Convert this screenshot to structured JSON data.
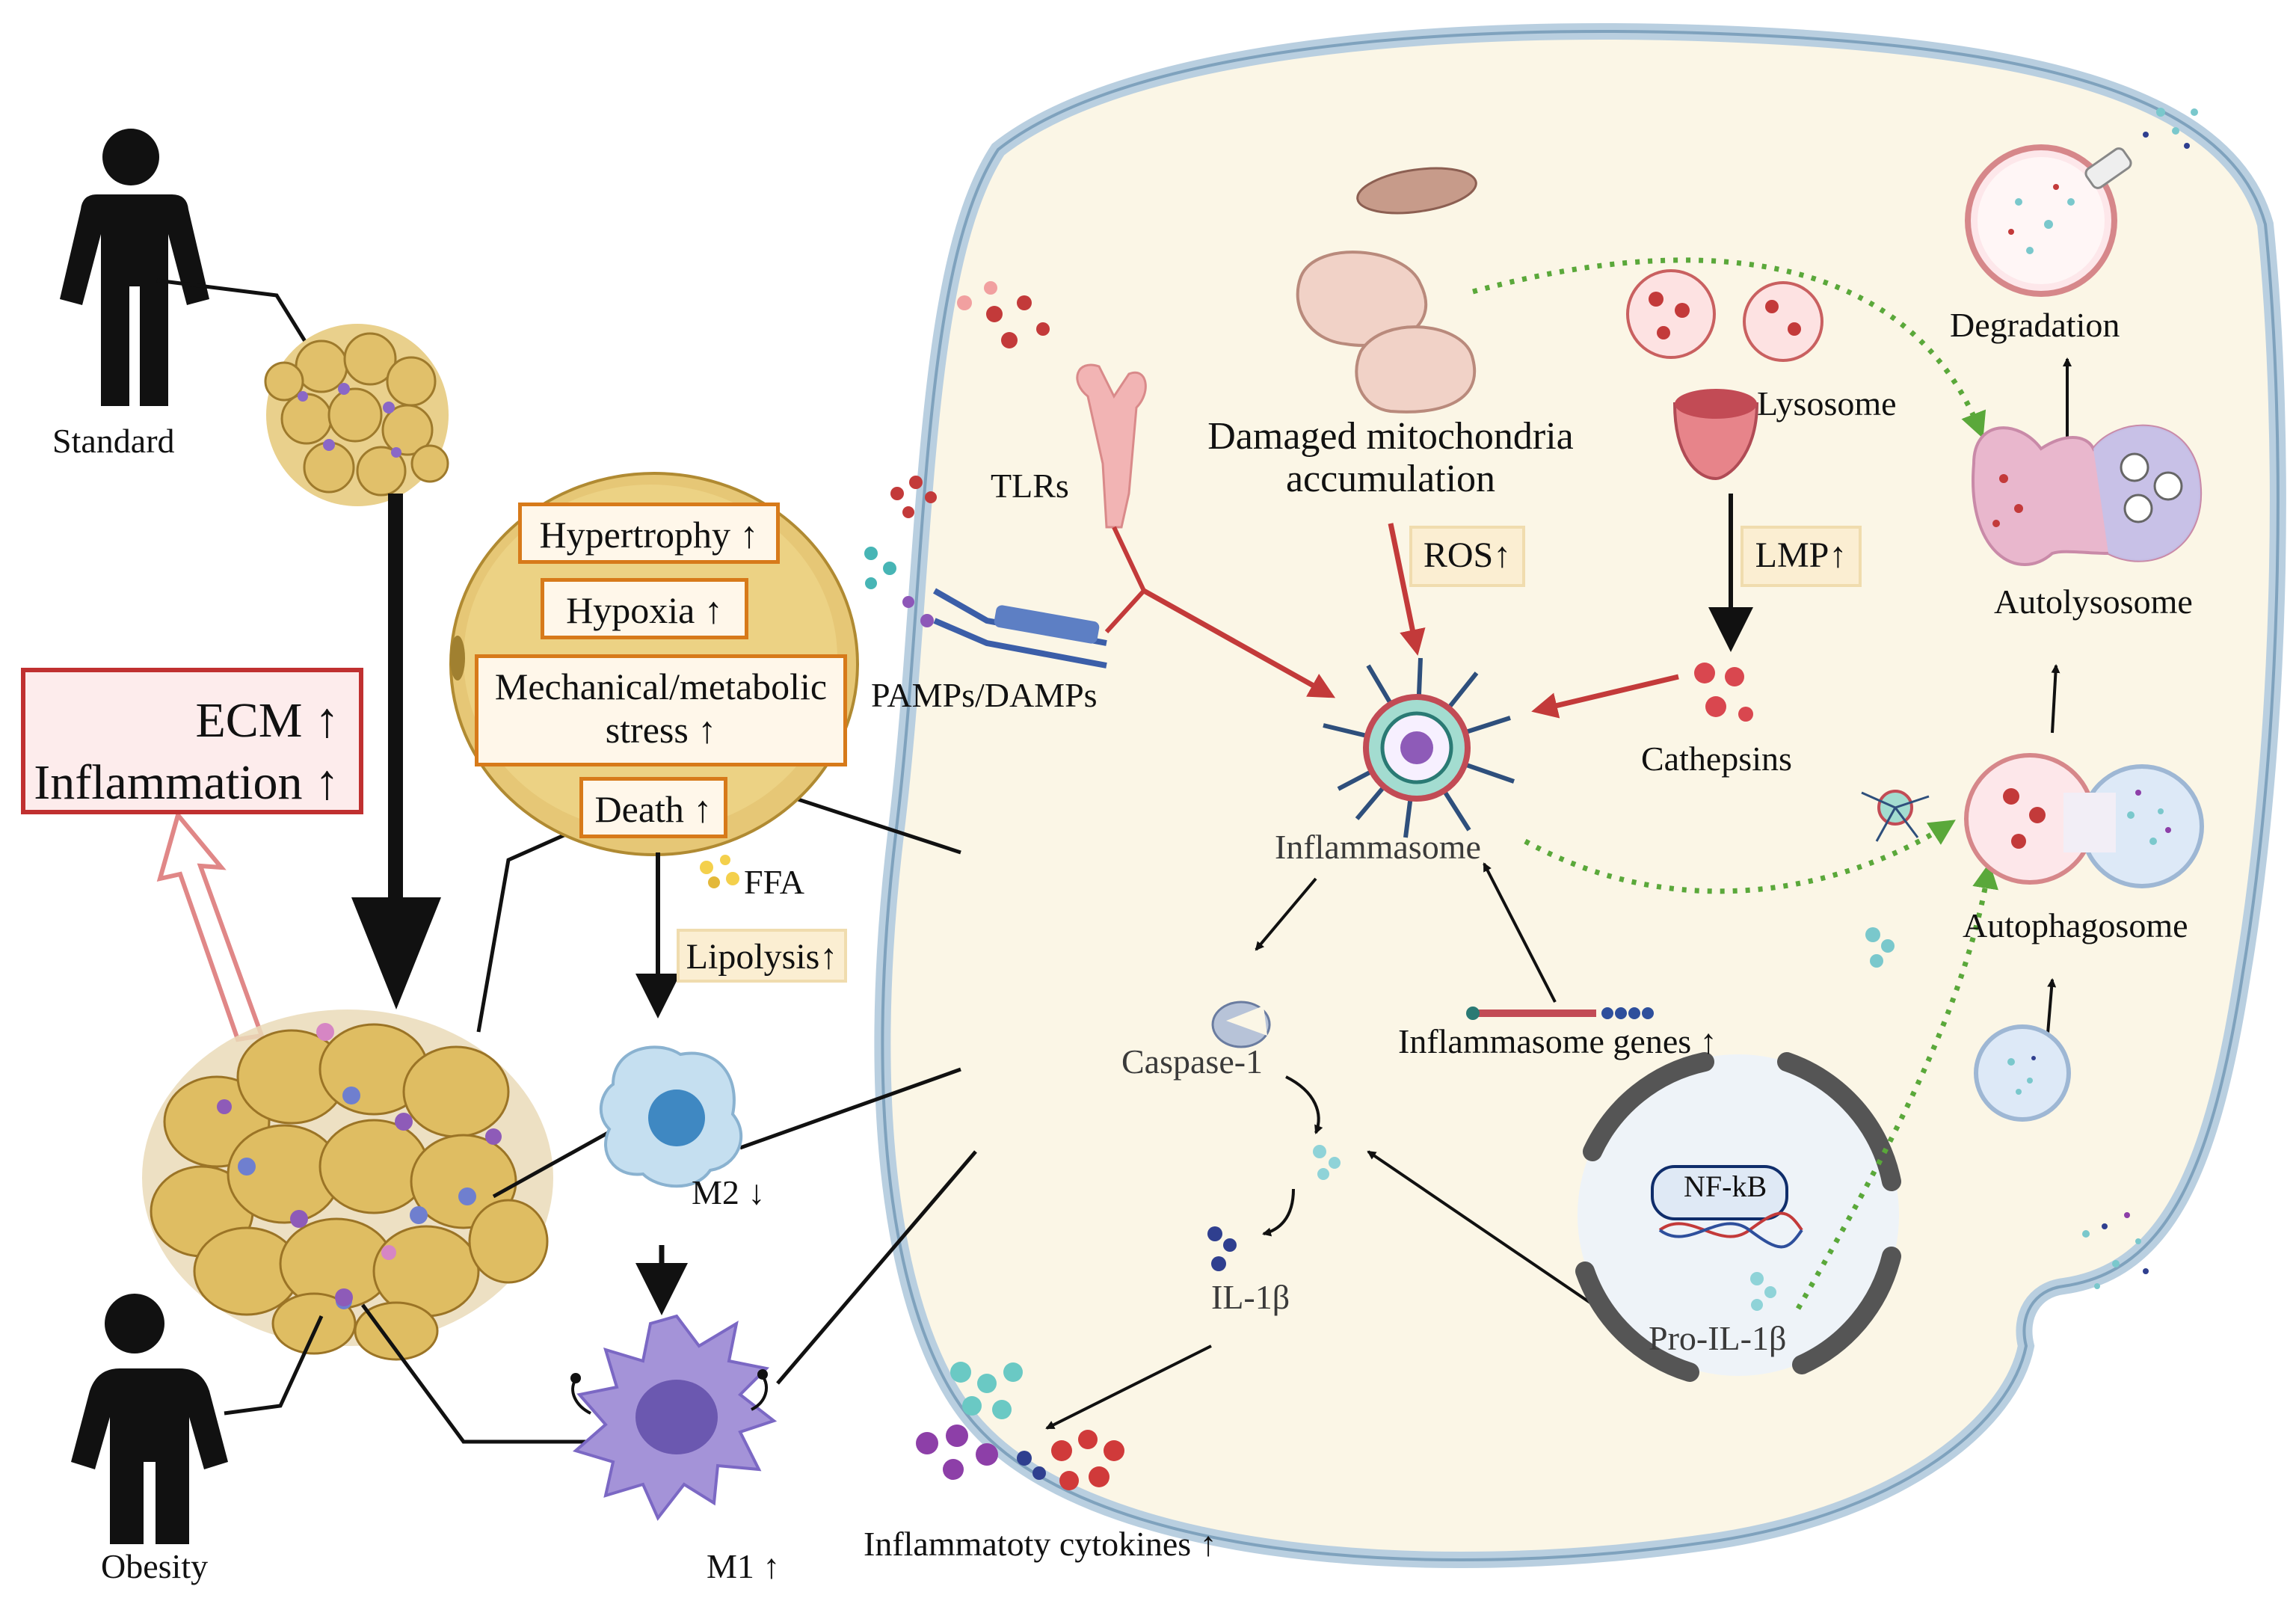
{
  "labels": {
    "standard": "Standard",
    "obesity": "Obesity",
    "ecm": "ECM ↑",
    "inflammation": "Inflammation ↑",
    "hypertrophy": "Hypertrophy ↑",
    "hypoxia": "Hypoxia ↑",
    "stress_line1": "Mechanical/metabolic",
    "stress_line2": "stress ↑",
    "death": "Death ↑",
    "ffa": "FFA",
    "lipolysis": "Lipolysis↑",
    "m2": "M2 ↓",
    "m1": "M1 ↑",
    "tlrs": "TLRs",
    "pamps": "PAMPs/DAMPs",
    "mito_line1": "Damaged mitochondria",
    "mito_line2": "accumulation",
    "ros": "ROS↑",
    "lysosome": "Lysosome",
    "lmp": "LMP↑",
    "cathepsins": "Cathepsins",
    "inflammasome": "Inflammasome",
    "caspase": "Caspase-1",
    "inflammasome_genes": "Inflammasome genes ↑",
    "nfkb": "NF-kB",
    "il1b": "IL-1β",
    "pro_il1b": "Pro-IL-1β",
    "cytokines": "Inflammatoty cytokines ↑",
    "degradation": "Degradation",
    "autolysosome": "Autolysosome",
    "autophagosome": "Autophagosome"
  },
  "colors": {
    "cell_fill": "#fbf6e6",
    "cell_border": "#b9cfe0",
    "red_arrow": "#c33a3a",
    "green_dotted": "#5aa83a",
    "box_border": "#d77a1a",
    "ros_box": "#fbeed2",
    "ecm_border": "#c03030",
    "adipocyte": "#e4c477",
    "m1_purple": "#a493d8",
    "m2_blue": "#bcd9ee"
  }
}
